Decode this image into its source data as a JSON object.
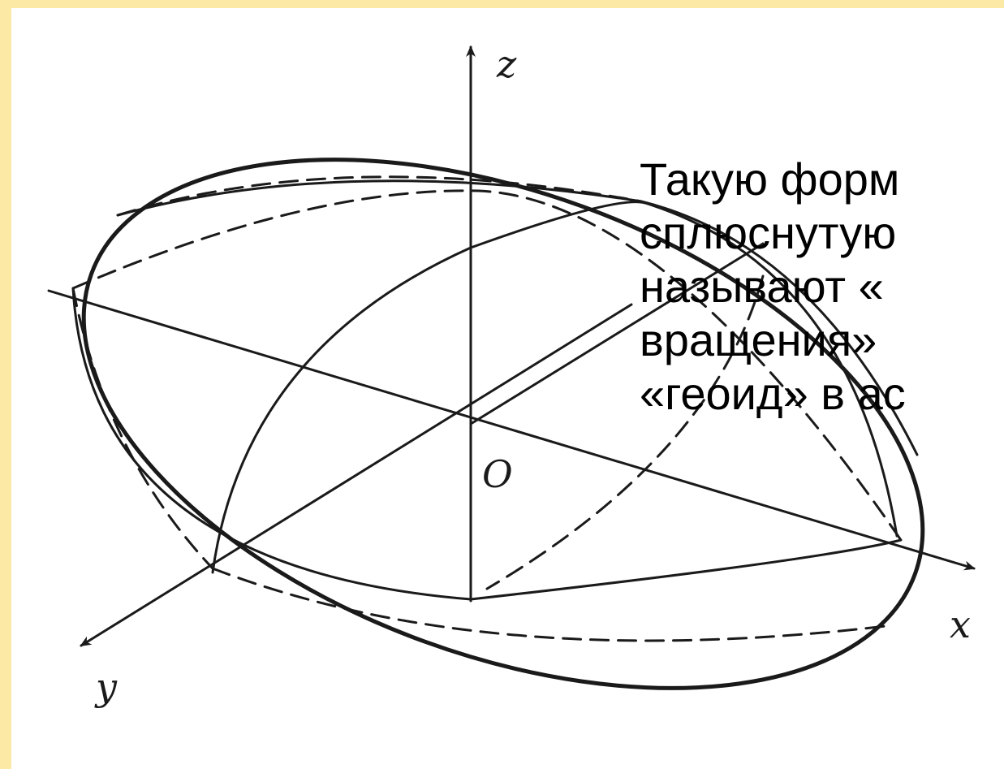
{
  "colors": {
    "frame": "#fce9a6",
    "ink": "#1a1a1a",
    "text": "#000000",
    "background": "#ffffff"
  },
  "diagram": {
    "axis_labels": {
      "z": "z",
      "x": "x",
      "y": "y",
      "origin": "O"
    }
  },
  "caption": {
    "lines": [
      "Такую форм",
      "сплюснутую",
      "называют «",
      "вращения» ",
      "«геоид» в ас"
    ]
  }
}
